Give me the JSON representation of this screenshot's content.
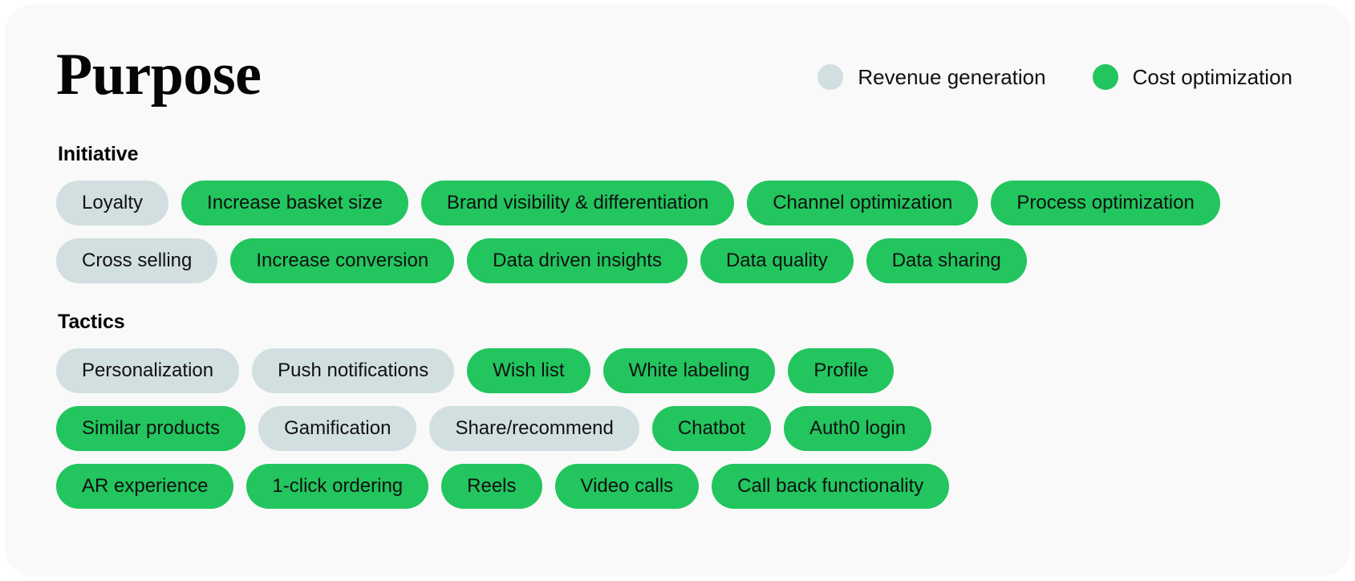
{
  "page": {
    "title": "Purpose",
    "background": "#f8f9f8"
  },
  "legend": {
    "items": [
      {
        "label": "Revenue generation",
        "color": "#d2dfe0",
        "key": "revenue"
      },
      {
        "label": "Cost optimization",
        "color": "#22c55e",
        "key": "cost"
      }
    ]
  },
  "sections": [
    {
      "id": "initiative",
      "title": "Initiative",
      "rows": [
        [
          {
            "label": "Loyalty",
            "category": "revenue"
          },
          {
            "label": "Increase basket size",
            "category": "cost"
          },
          {
            "label": "Brand visibility & differentiation",
            "category": "cost"
          },
          {
            "label": "Channel optimization",
            "category": "cost"
          },
          {
            "label": "Process optimization",
            "category": "cost"
          }
        ],
        [
          {
            "label": "Cross selling",
            "category": "revenue"
          },
          {
            "label": "Increase conversion",
            "category": "cost"
          },
          {
            "label": "Data driven insights",
            "category": "cost"
          },
          {
            "label": "Data quality",
            "category": "cost"
          },
          {
            "label": "Data sharing",
            "category": "cost"
          }
        ]
      ]
    },
    {
      "id": "tactics",
      "title": "Tactics",
      "rows": [
        [
          {
            "label": "Personalization",
            "category": "revenue"
          },
          {
            "label": "Push notifications",
            "category": "revenue"
          },
          {
            "label": "Wish list",
            "category": "cost"
          },
          {
            "label": "White labeling",
            "category": "cost"
          },
          {
            "label": "Profile",
            "category": "cost"
          }
        ],
        [
          {
            "label": "Similar products",
            "category": "cost"
          },
          {
            "label": "Gamification",
            "category": "revenue"
          },
          {
            "label": "Share/recommend",
            "category": "revenue"
          },
          {
            "label": "Chatbot",
            "category": "cost"
          },
          {
            "label": "Auth0 login",
            "category": "cost"
          }
        ],
        [
          {
            "label": "AR experience",
            "category": "cost"
          },
          {
            "label": "1-click ordering",
            "category": "cost"
          },
          {
            "label": "Reels",
            "category": "cost"
          },
          {
            "label": "Video calls",
            "category": "cost"
          },
          {
            "label": "Call back functionality",
            "category": "cost"
          }
        ]
      ]
    }
  ]
}
